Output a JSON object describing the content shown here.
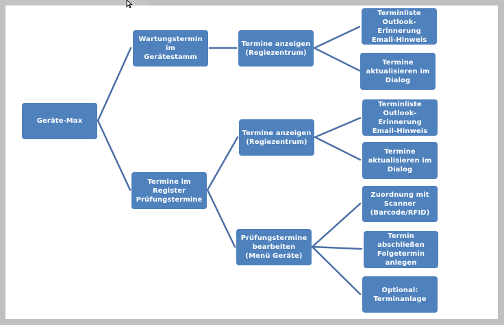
{
  "diagram": {
    "colors": {
      "node_fill": "#4f81bd",
      "node_text": "#ffffff",
      "connector": "#4a6fa5",
      "page_background": "#ffffff",
      "frame": "#c0c0c0"
    },
    "root": {
      "label": "Geräte-Max"
    },
    "level1": [
      {
        "label": "Wartungstermin im\nGerätestamm"
      },
      {
        "label": "Termine im\nRegister\nPrüfungstermine"
      }
    ],
    "level2": [
      {
        "label": "Termine anzeigen\n(Regiezentrum)"
      },
      {
        "label": "Termine anzeigen\n(Regiezentrum)"
      },
      {
        "label": "Prüfungstermine\nbearbeiten\n(Menü Geräte)"
      }
    ],
    "level3": [
      {
        "label": "Terminliste\nOutlook-Erinnerung\nEmail-Hinweis"
      },
      {
        "label": "Termine\naktualisieren im\nDialog"
      },
      {
        "label": "Terminliste\nOutlook-Erinnerung\nEmail-Hinweis"
      },
      {
        "label": "Termine\naktualisieren im\nDialog"
      },
      {
        "label": "Zuordnung mit\nScanner\n(Barcode/RFID)"
      },
      {
        "label": "Termin abschließen\nFolgetermin\nanlegen"
      },
      {
        "label": "Optional:\nTerminanlage"
      }
    ],
    "cursor_icon": "mouse-pointer-icon"
  }
}
